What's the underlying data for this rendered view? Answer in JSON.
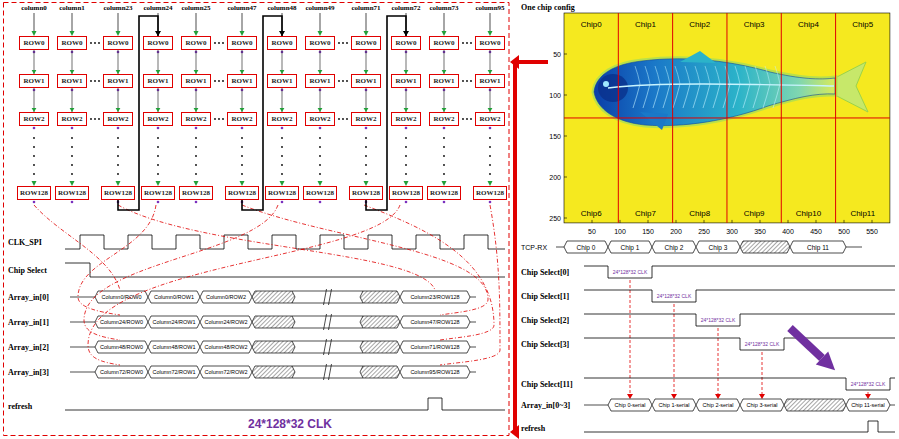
{
  "diagram": {
    "nodes": [
      {
        "text": [
          "ROW0"
        ]
      },
      {
        "text": [
          "ROW0"
        ]
      },
      {
        "text": [
          "ROW0"
        ]
      },
      {
        "text": [
          "ROW0"
        ]
      },
      {
        "text": [
          "ROW0"
        ]
      },
      {
        "text": [
          "ROW0"
        ]
      },
      {
        "text": [
          "ROW0"
        ]
      },
      {
        "text": [
          "ROW0"
        ]
      },
      {
        "text": [
          "ROW0"
        ]
      },
      {
        "text": [
          "ROW0"
        ]
      },
      {
        "text": [
          "ROW0"
        ]
      },
      {
        "text": [
          "ROW0"
        ]
      },
      {
        "text": [
          "ROW1"
        ]
      },
      {
        "text": [
          "ROW1"
        ]
      },
      {
        "text": [
          "ROW1"
        ]
      },
      {
        "text": [
          "ROW1"
        ]
      },
      {
        "text": [
          "ROW1"
        ]
      },
      {
        "text": [
          "ROW1"
        ]
      },
      {
        "text": [
          "ROW1"
        ]
      },
      {
        "text": [
          "ROW1"
        ]
      },
      {
        "text": [
          "ROW1"
        ]
      },
      {
        "text": [
          "ROW1"
        ]
      },
      {
        "text": [
          "ROW1"
        ]
      },
      {
        "text": [
          "ROW1"
        ]
      },
      {
        "text": [
          "ROW2"
        ]
      },
      {
        "text": [
          "ROW2"
        ]
      },
      {
        "text": [
          "ROW2"
        ]
      },
      {
        "text": [
          "ROW2"
        ]
      },
      {
        "text": [
          "ROW2"
        ]
      },
      {
        "text": [
          "ROW2"
        ]
      },
      {
        "text": [
          "ROW2"
        ]
      },
      {
        "text": [
          "ROW2"
        ]
      },
      {
        "text": [
          "ROW2"
        ]
      },
      {
        "text": [
          "ROW2"
        ]
      },
      {
        "text": [
          "ROW2"
        ]
      },
      {
        "text": [
          "ROW2"
        ]
      },
      {
        "text": [
          "ROW128"
        ]
      },
      {
        "text": [
          "ROW128"
        ]
      },
      {
        "text": [
          "ROW128"
        ]
      },
      {
        "text": [
          "ROW128"
        ]
      },
      {
        "text": [
          "ROW128"
        ]
      },
      {
        "text": [
          "ROW128"
        ]
      },
      {
        "text": [
          "ROW128"
        ]
      },
      {
        "text": [
          "ROW128"
        ]
      },
      {
        "text": [
          "ROW128"
        ]
      },
      {
        "text": [
          "ROW128"
        ]
      },
      {
        "text": [
          "ROW128"
        ]
      },
      {
        "text": [
          "ROW128"
        ]
      }
    ],
    "edges": [
      {
        "from": 0,
        "to": 12,
        "arrow": "to"
      },
      {
        "from": 1,
        "to": 13,
        "arrow": "to"
      },
      {
        "from": 2,
        "to": 14,
        "arrow": "to"
      },
      {
        "from": 3,
        "to": 15,
        "arrow": "to"
      },
      {
        "from": 4,
        "to": 16,
        "arrow": "to"
      },
      {
        "from": 5,
        "to": 17,
        "arrow": "to"
      },
      {
        "from": 6,
        "to": 18,
        "arrow": "to"
      },
      {
        "from": 7,
        "to": 19,
        "arrow": "to"
      },
      {
        "from": 8,
        "to": 20,
        "arrow": "to"
      },
      {
        "from": 9,
        "to": 21,
        "arrow": "to"
      },
      {
        "from": 10,
        "to": 22,
        "arrow": "to"
      },
      {
        "from": 11,
        "to": 23,
        "arrow": "to"
      },
      {
        "from": 12,
        "to": 24,
        "arrow": "to"
      },
      {
        "from": 13,
        "to": 25,
        "arrow": "to"
      },
      {
        "from": 14,
        "to": 26,
        "arrow": "to"
      },
      {
        "from": 15,
        "to": 27,
        "arrow": "to"
      },
      {
        "from": 16,
        "to": 28,
        "arrow": "to"
      },
      {
        "from": 17,
        "to": 29,
        "arrow": "to"
      },
      {
        "from": 18,
        "to": 30,
        "arrow": "to"
      },
      {
        "from": 19,
        "to": 31,
        "arrow": "to"
      },
      {
        "from": 20,
        "to": 32,
        "arrow": "to"
      },
      {
        "from": 21,
        "to": 33,
        "arrow": "to"
      },
      {
        "from": 22,
        "to": 34,
        "arrow": "to"
      },
      {
        "from": 23,
        "to": 35,
        "arrow": "to"
      },
      {
        "from": 38,
        "to": 3,
        "arrow": "to"
      },
      {
        "from": 41,
        "to": 6,
        "arrow": "to"
      },
      {
        "from": 44,
        "to": 9,
        "arrow": "to"
      }
    ],
    "labels": [
      "column0",
      "column1",
      "column23",
      "column24",
      "column25",
      "column47",
      "column48",
      "column49",
      "column71",
      "column72",
      "column73",
      "column95",
      "CLK_SPI",
      "Chip Select",
      "Array_in[0]",
      "Array_in[1]",
      "Array_in[2]",
      "Array_in[3]",
      "refresh",
      "Column0/ROW0",
      "Column0/ROW1",
      "Column0/ROW2",
      "Column23/ROW128",
      "Column24/ROW0",
      "Column24/ROW1",
      "Column24/ROW2",
      "Column47/ROW128",
      "Column48/ROW0",
      "Column48/ROW1",
      "Column48/ROW2",
      "Column71/ROW128",
      "Column72/ROW0",
      "Column72/ROW1",
      "Column72/ROW2",
      "Column95/ROW128",
      "24*128*32 CLK",
      "One chip config",
      "Chip0",
      "Chip1",
      "Chip2",
      "Chip3",
      "Chip4",
      "Chip5",
      "Chip6",
      "Chip7",
      "Chip8",
      "Chip9",
      "Chip10",
      "Chip11",
      "50",
      "100",
      "150",
      "200",
      "250",
      "50",
      "100",
      "150",
      "200",
      "250",
      "300",
      "350",
      "400",
      "450",
      "500",
      "550",
      "TCP-RX",
      "Chip 0",
      "Chip 1",
      "Chip 2",
      "Chip 3",
      "Chip 11",
      "Chip Select[0]",
      "Chip Select[1]",
      "Chip Select[2]",
      "Chip Select[3]",
      "Chip Select[11]",
      "24*128*32 CLK",
      "24*128*32 CLK",
      "24*128*32 CLK",
      "24*128*32 CLK",
      "24*128*32 CLK",
      "Array_in[0~3]",
      "Chip 0-serial",
      "Chip 1-serial",
      "Chip 2-serial",
      "Chip 3-serial",
      "Chip 11-serial",
      "refresh"
    ]
  }
}
